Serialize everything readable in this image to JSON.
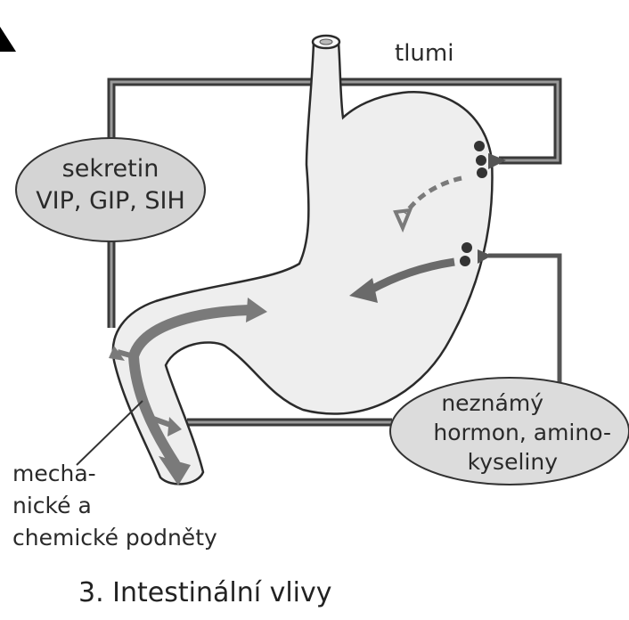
{
  "labels": {
    "tlumi": "tlumi",
    "hormones_line1": "sekretin",
    "hormones_line2": "VIP, GIP, SIH",
    "unknown_line1": "neznámý",
    "unknown_line2": "hormon, amino-",
    "unknown_line3": "kyseliny",
    "stimuli_line1": "mecha-",
    "stimuli_line2": "nické a",
    "stimuli_line3": "chemické podněty"
  },
  "caption": "3. Intestinální vlivy",
  "colors": {
    "organ_fill": "#eeeeee",
    "outline": "#2b2b2b",
    "circuit": "#555555",
    "arrow": "#777777",
    "ellipse_fill": "#d4d4d4"
  }
}
